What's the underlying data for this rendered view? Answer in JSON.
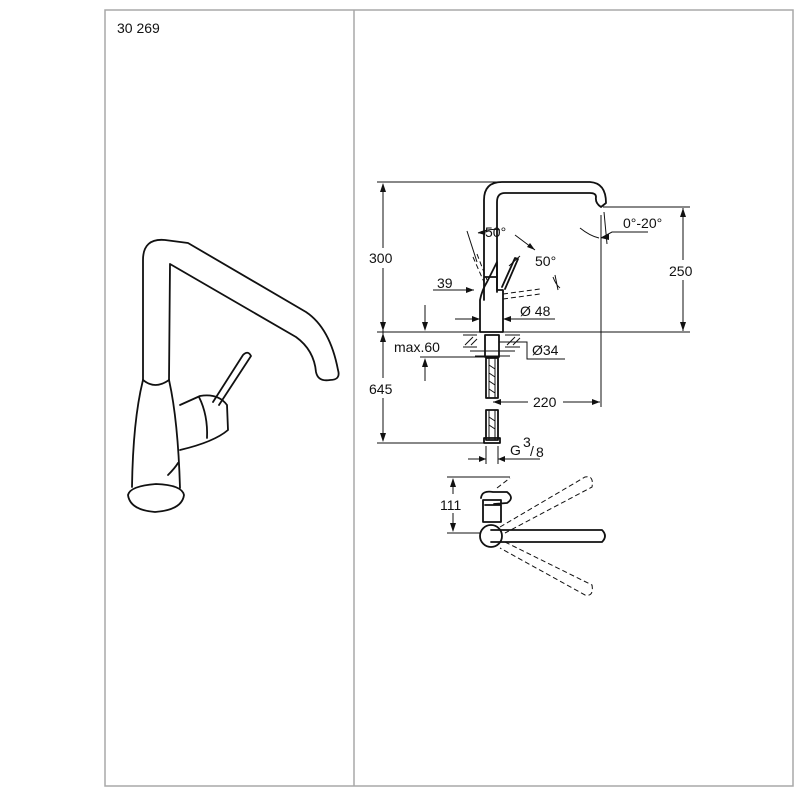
{
  "product_number": "30 269",
  "dimensions": {
    "total_height": "300",
    "spout_height": "250",
    "below_deck": "645",
    "max_deck": "max.60",
    "lever_offset": "39",
    "body_diameter": "Ø 48",
    "hole_diameter": "Ø34",
    "spout_reach": "220",
    "lever_angle_1": "50°",
    "lever_angle_2": "50°",
    "spout_tilt": "0°-20°",
    "connection": "G",
    "connection_num": "3",
    "connection_den": "8",
    "top_view_height": "111"
  },
  "colors": {
    "frame": "#a8a8a8",
    "line": "#111111"
  }
}
